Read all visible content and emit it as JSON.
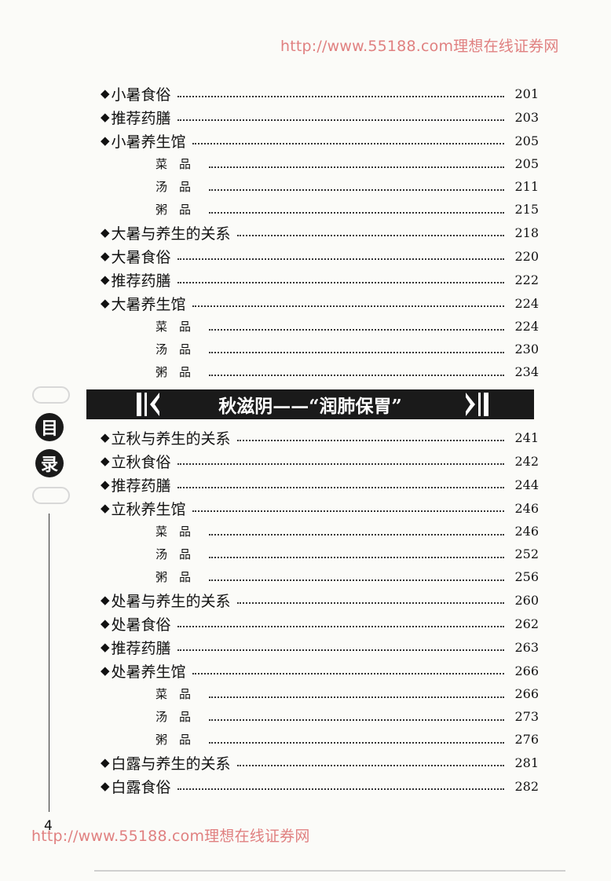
{
  "watermark": {
    "top": "http://www.55188.com理想在线证券网",
    "bottom": "http://www.55188.com理想在线证券网"
  },
  "sidebar": {
    "char1": "目",
    "char2": "录"
  },
  "page_number": "4",
  "banner": {
    "title": "秋滋阴——“润肺保胃”"
  },
  "toc_before": [
    {
      "bullet": "◆",
      "label": "小暑食俗",
      "page": "201",
      "sub": false
    },
    {
      "bullet": "◆",
      "label": "推荐药膳",
      "page": "203",
      "sub": false
    },
    {
      "bullet": "◆",
      "label": "小暑养生馆",
      "page": "205",
      "sub": false
    },
    {
      "bullet": "",
      "label": "菜品",
      "page": "205",
      "sub": true
    },
    {
      "bullet": "",
      "label": "汤品",
      "page": "211",
      "sub": true
    },
    {
      "bullet": "",
      "label": "粥品",
      "page": "215",
      "sub": true
    },
    {
      "bullet": "◆",
      "label": "大暑与养生的关系",
      "page": "218",
      "sub": false
    },
    {
      "bullet": "◆",
      "label": "大暑食俗",
      "page": "220",
      "sub": false
    },
    {
      "bullet": "◆",
      "label": "推荐药膳",
      "page": "222",
      "sub": false
    },
    {
      "bullet": "◆",
      "label": "大暑养生馆",
      "page": "224",
      "sub": false
    },
    {
      "bullet": "",
      "label": "菜品",
      "page": "224",
      "sub": true
    },
    {
      "bullet": "",
      "label": "汤品",
      "page": "230",
      "sub": true
    },
    {
      "bullet": "",
      "label": "粥品",
      "page": "234",
      "sub": true
    }
  ],
  "toc_after": [
    {
      "bullet": "◆",
      "label": "立秋与养生的关系",
      "page": "241",
      "sub": false
    },
    {
      "bullet": "◆",
      "label": "立秋食俗",
      "page": "242",
      "sub": false
    },
    {
      "bullet": "◆",
      "label": "推荐药膳",
      "page": "244",
      "sub": false
    },
    {
      "bullet": "◆",
      "label": "立秋养生馆",
      "page": "246",
      "sub": false
    },
    {
      "bullet": "",
      "label": "菜品",
      "page": "246",
      "sub": true
    },
    {
      "bullet": "",
      "label": "汤品",
      "page": "252",
      "sub": true
    },
    {
      "bullet": "",
      "label": "粥品",
      "page": "256",
      "sub": true
    },
    {
      "bullet": "◆",
      "label": "处暑与养生的关系",
      "page": "260",
      "sub": false
    },
    {
      "bullet": "◆",
      "label": "处暑食俗",
      "page": "262",
      "sub": false
    },
    {
      "bullet": "◆",
      "label": "推荐药膳",
      "page": "263",
      "sub": false
    },
    {
      "bullet": "◆",
      "label": "处暑养生馆",
      "page": "266",
      "sub": false
    },
    {
      "bullet": "",
      "label": "菜品",
      "page": "266",
      "sub": true
    },
    {
      "bullet": "",
      "label": "汤品",
      "page": "273",
      "sub": true
    },
    {
      "bullet": "",
      "label": "粥品",
      "page": "276",
      "sub": true
    },
    {
      "bullet": "◆",
      "label": "白露与养生的关系",
      "page": "281",
      "sub": false
    },
    {
      "bullet": "◆",
      "label": "白露食俗",
      "page": "282",
      "sub": false
    }
  ]
}
